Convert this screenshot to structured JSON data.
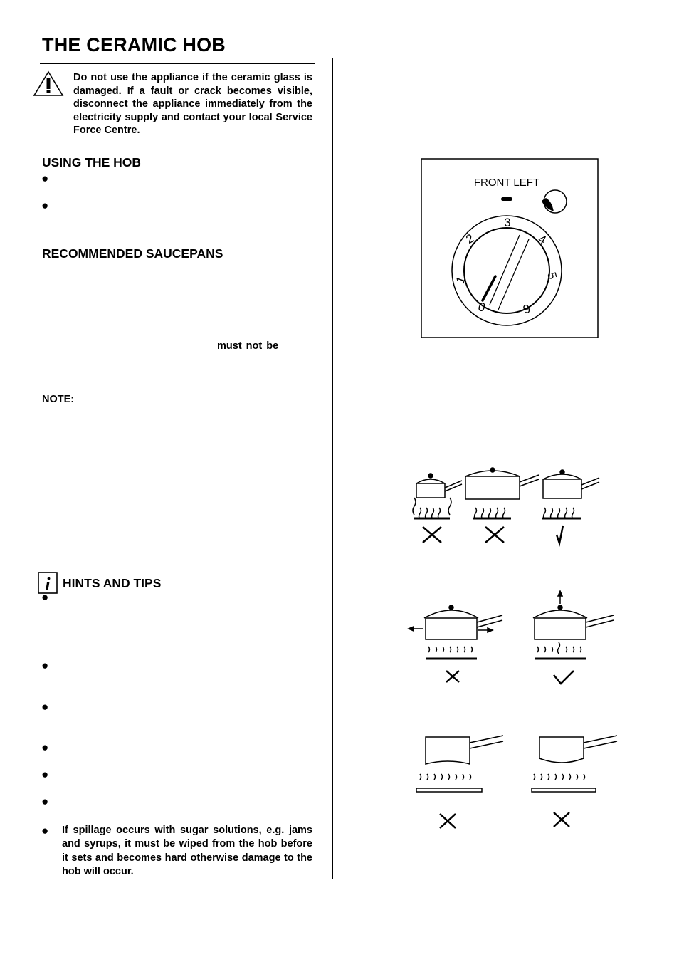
{
  "page": {
    "title": "THE CERAMIC HOB",
    "warning": "Do not use the appliance if the ceramic glass is damaged.  If a fault or crack becomes visible, disconnect the appliance immediately from the electricity supply and contact your local Service Force Centre.",
    "sections": {
      "using_hob": "USING THE HOB",
      "saucepans": "RECOMMENDED SAUCEPANS",
      "must_not_be": "must not be",
      "note": "NOTE:",
      "hints": "HINTS AND TIPS"
    },
    "bullet_glyph": "●",
    "spillage_tip": "If spillage occurs with sugar solutions, e.g. jams and syrups, it must be wiped from the hob before it sets and becomes hard otherwise damage to the hob will occur."
  },
  "control_knob": {
    "label": "FRONT LEFT",
    "numbers": [
      "0",
      "1",
      "2",
      "3",
      "4",
      "5",
      "6"
    ]
  },
  "icons": {
    "warning": "warning-triangle-icon",
    "info": "info-icon"
  }
}
